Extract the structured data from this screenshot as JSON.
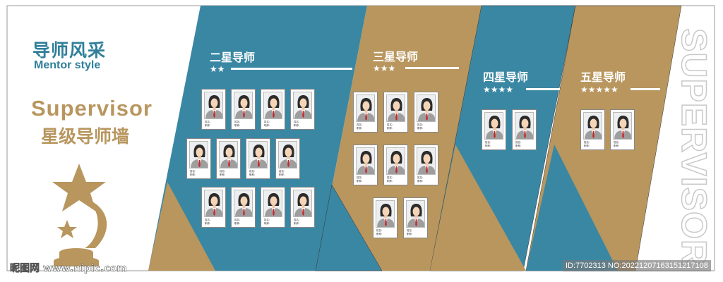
{
  "colors": {
    "teal": "#3a87a3",
    "tan": "#b8965e",
    "white": "#ffffff"
  },
  "left": {
    "title_cn": "导师风采",
    "title_en": "Mentor style",
    "supervisor": "Supervisor",
    "wall_title": "星级导师墙",
    "trophy_icon": "star-trophy-icon"
  },
  "sections": [
    {
      "title": "二星导师",
      "stars": "★★",
      "rows": [
        4,
        4,
        4
      ]
    },
    {
      "title": "三星导师",
      "stars": "★★★",
      "rows": [
        3,
        3,
        2
      ]
    },
    {
      "title": "四星导师",
      "stars": "★★★★",
      "rows": [
        2
      ]
    },
    {
      "title": "五星导师",
      "stars": "★★★★★",
      "rows": [
        2
      ]
    }
  ],
  "card": {
    "name_label": "姓名:",
    "title_label": "职称:"
  },
  "vertical_text": "SUPERVISOR",
  "watermark": "昵图网 www.nipic.com",
  "id_text": "ID:7702313 NO:20221207163151217108"
}
